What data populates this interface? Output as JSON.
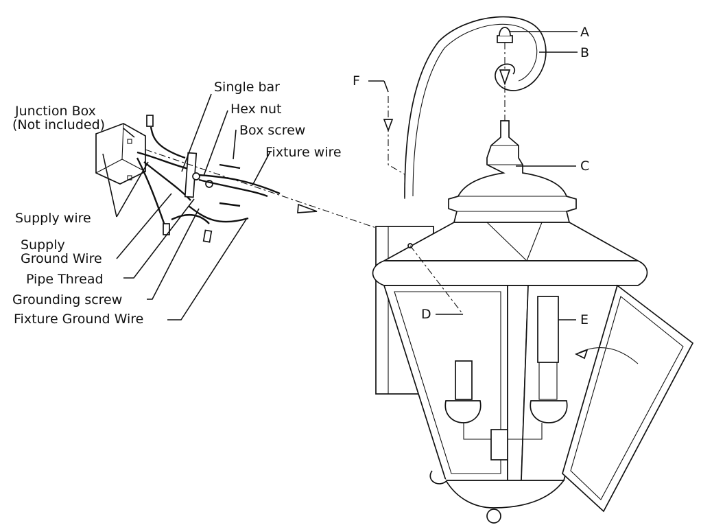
{
  "labels": {
    "junction_box": "Junction Box",
    "not_included": "(Not included)",
    "single_bar": "Single bar",
    "hex_nut": "Hex nut",
    "box_screw": "Box screw",
    "fixture_wire": "Fixture wire",
    "supply_wire": "Supply wire",
    "supply": "Supply",
    "ground_wire": "Ground Wire",
    "pipe_thread": "Pipe Thread",
    "grounding_screw": "Grounding screw",
    "fixture_ground_wire": "Fixture Ground Wire",
    "part_a": "A",
    "part_b": "B",
    "part_c": "C",
    "part_d": "D",
    "part_e": "E",
    "part_f": "F"
  }
}
